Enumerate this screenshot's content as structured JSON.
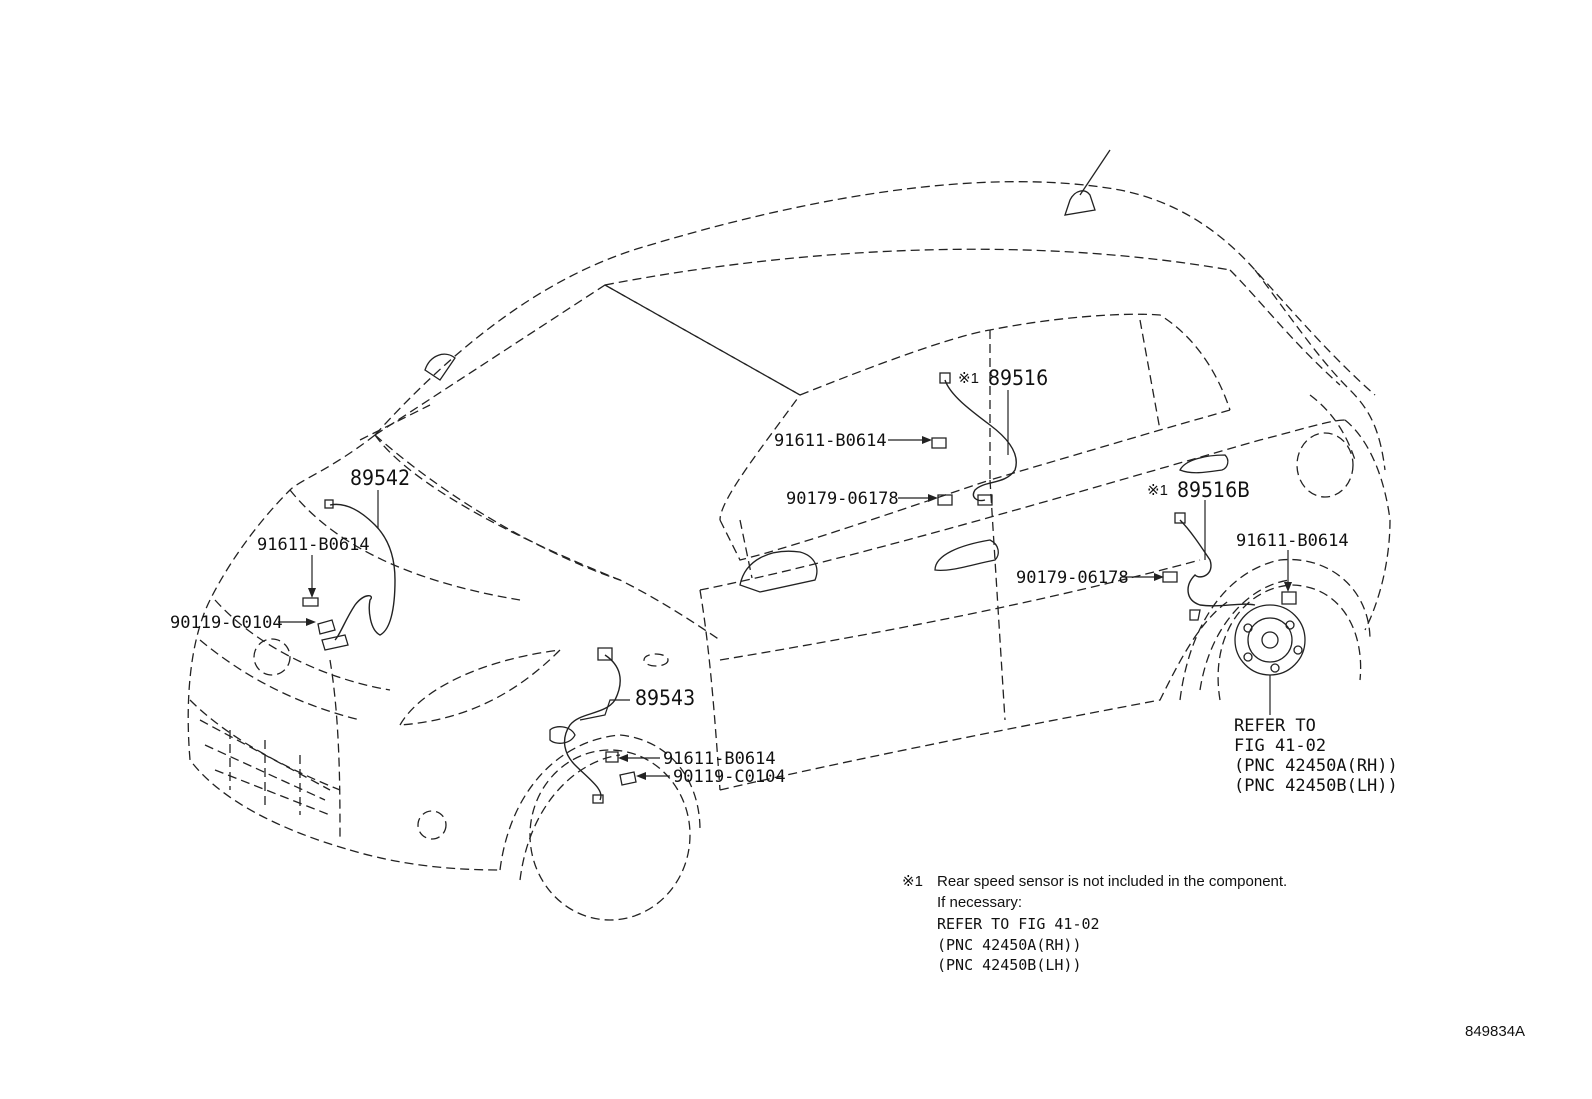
{
  "diagram": {
    "callouts": {
      "front_left_sensor": "89542",
      "front_left_bolt": "91611-B0614",
      "front_left_clip": "90119-C0104",
      "front_right_sensor": "89543",
      "front_right_bolt": "91611-B0614",
      "front_right_clip": "90119-C0104",
      "rear_sensor_mark": "※1",
      "rear_sensor": "89516",
      "rear_bolt": "91611-B0614",
      "rear_clamp": "90179-06178",
      "rear_b_mark": "※1",
      "rear_b_sensor": "89516B",
      "rear_b_clamp": "90179-06178",
      "rear_b_bolt": "91611-B0614"
    },
    "refer_block": {
      "line1": "REFER TO",
      "line2": "FIG 41-02",
      "line3": "(PNC 42450A(RH))",
      "line4": "(PNC 42450B(LH))"
    },
    "footnote": {
      "mark": "※1",
      "line1": "Rear speed sensor is not included in the component.",
      "line2": "If necessary:",
      "line3": "REFER TO FIG 41-02",
      "line4": "(PNC 42450A(RH))",
      "line5": "(PNC 42450B(LH))"
    },
    "figure_id": "849834A"
  }
}
